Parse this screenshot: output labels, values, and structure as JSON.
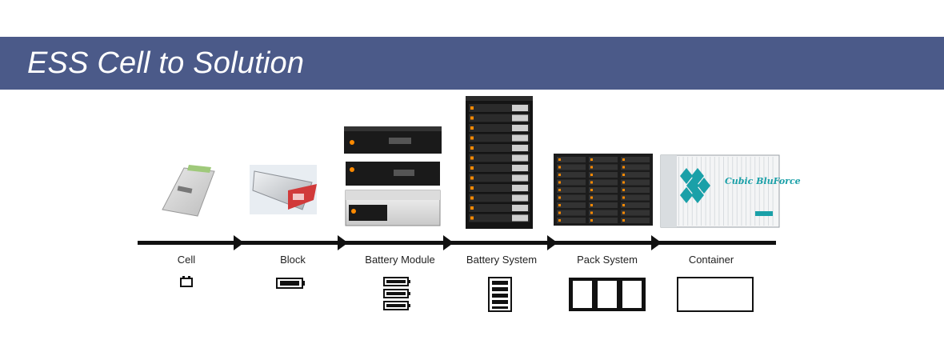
{
  "header": {
    "title": "ESS Cell to Solution"
  },
  "stages": [
    {
      "label": "Cell"
    },
    {
      "label": "Block"
    },
    {
      "label": "Battery Module"
    },
    {
      "label": "Battery System"
    },
    {
      "label": "Pack System"
    },
    {
      "label": "Container"
    }
  ],
  "container_brand": "Cubic BluForce",
  "colors": {
    "banner": "#4b5a89",
    "arrow": "#111111",
    "accent_red": "#d13a3a",
    "accent_teal": "#1aa0a8"
  }
}
